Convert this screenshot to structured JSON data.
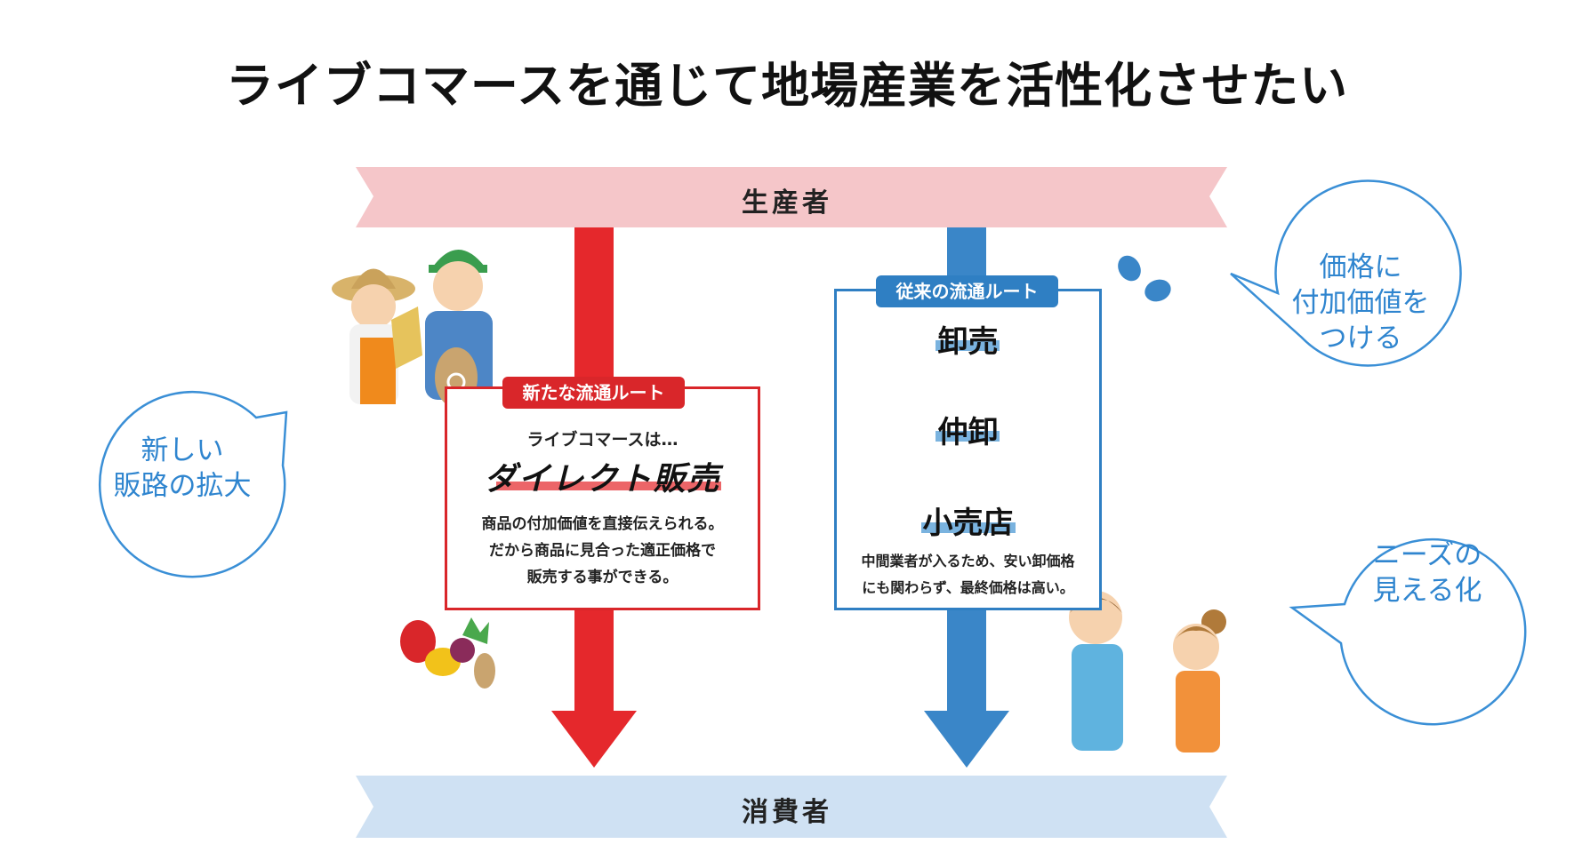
{
  "title": "ライブコマースを通じて地場産業を活性化させたい",
  "producer": "生産者",
  "consumer": "消費者",
  "new_route": {
    "label": "新たな流通ルート",
    "intro": "ライブコマースは…",
    "headline": "ダイレクト販売",
    "description": [
      "商品の付加価値を直接伝えられる。",
      "だから商品に見合った適正価格で",
      "販売する事ができる。"
    ]
  },
  "old_route": {
    "label": "従来の流通ルート",
    "stages": [
      "卸売",
      "仲卸",
      "小売店"
    ],
    "description": [
      "中間業者が入るため、安い卸価格",
      "にも関わらず、最終価格は高い。"
    ]
  },
  "bubbles": {
    "left": [
      "新しい",
      "販路の拡大"
    ],
    "top_right": [
      "価格に",
      "付加価値を",
      "つける"
    ],
    "bottom_right": [
      "ニーズの",
      "見える化"
    ]
  },
  "colors": {
    "red": "#e5282c",
    "blue": "#3a86c8",
    "pink_banner": "#f5c6c9",
    "blue_banner": "#cfe1f3",
    "bubble": "#3a8fd6"
  }
}
